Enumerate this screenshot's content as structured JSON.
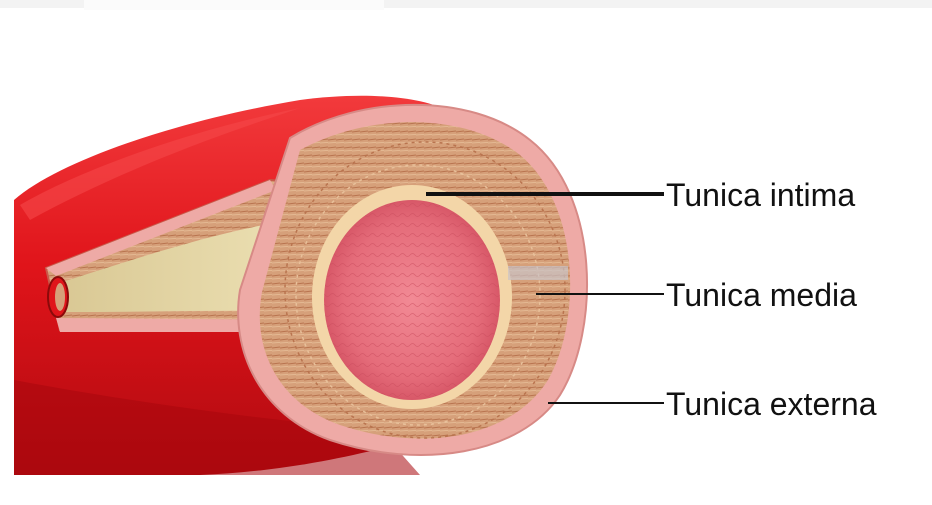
{
  "diagram": {
    "labels": {
      "intima": "Tunica intima",
      "media": "Tunica media",
      "externa": "Tunica externa"
    }
  },
  "colors": {
    "vessel_outer": "#e0141a",
    "vessel_shadow": "#a8070d",
    "vessel_highlight": "#f5484a",
    "externa_layer": "#eeaaa6",
    "media_layer": "#d8a27a",
    "intima_ring": "#f3d6a8",
    "lumen": "#e97683",
    "inner_channel": "#e9dcaa",
    "label_text": "#111111",
    "leader_line": "#111111"
  }
}
